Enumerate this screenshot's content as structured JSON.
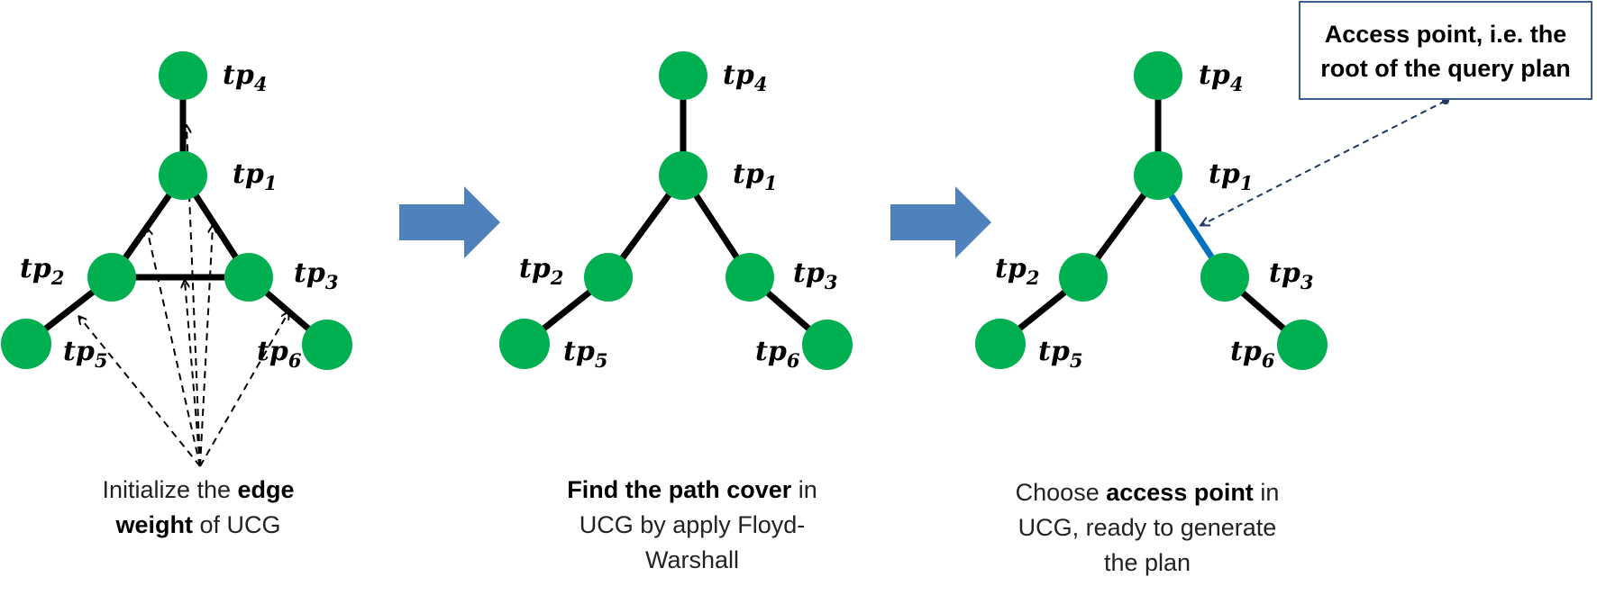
{
  "node_labels": {
    "tp1": {
      "base": "tp",
      "sub": "1"
    },
    "tp2": {
      "base": "tp",
      "sub": "2"
    },
    "tp3": {
      "base": "tp",
      "sub": "3"
    },
    "tp4": {
      "base": "tp",
      "sub": "4"
    },
    "tp5": {
      "base": "tp",
      "sub": "5"
    },
    "tp6": {
      "base": "tp",
      "sub": "6"
    }
  },
  "captions": {
    "step1": {
      "pre": "Initialize the ",
      "bold": "edge weight",
      "post": " of UCG"
    },
    "step2": {
      "bold": "Find the path cover",
      "post": " in UCG by apply Floyd-Warshall"
    },
    "step3": {
      "pre": "Choose ",
      "bold": "access point",
      "post": " in UCG, ready to generate the plan"
    }
  },
  "callout": {
    "bold": "Access point",
    "post": ", i.e. the root of the query plan"
  },
  "colors": {
    "node": "#00b050",
    "edge": "#000000",
    "accent_edge": "#0070c0",
    "arrow": "#4f81bd",
    "callout_border": "#3a5f8a"
  }
}
